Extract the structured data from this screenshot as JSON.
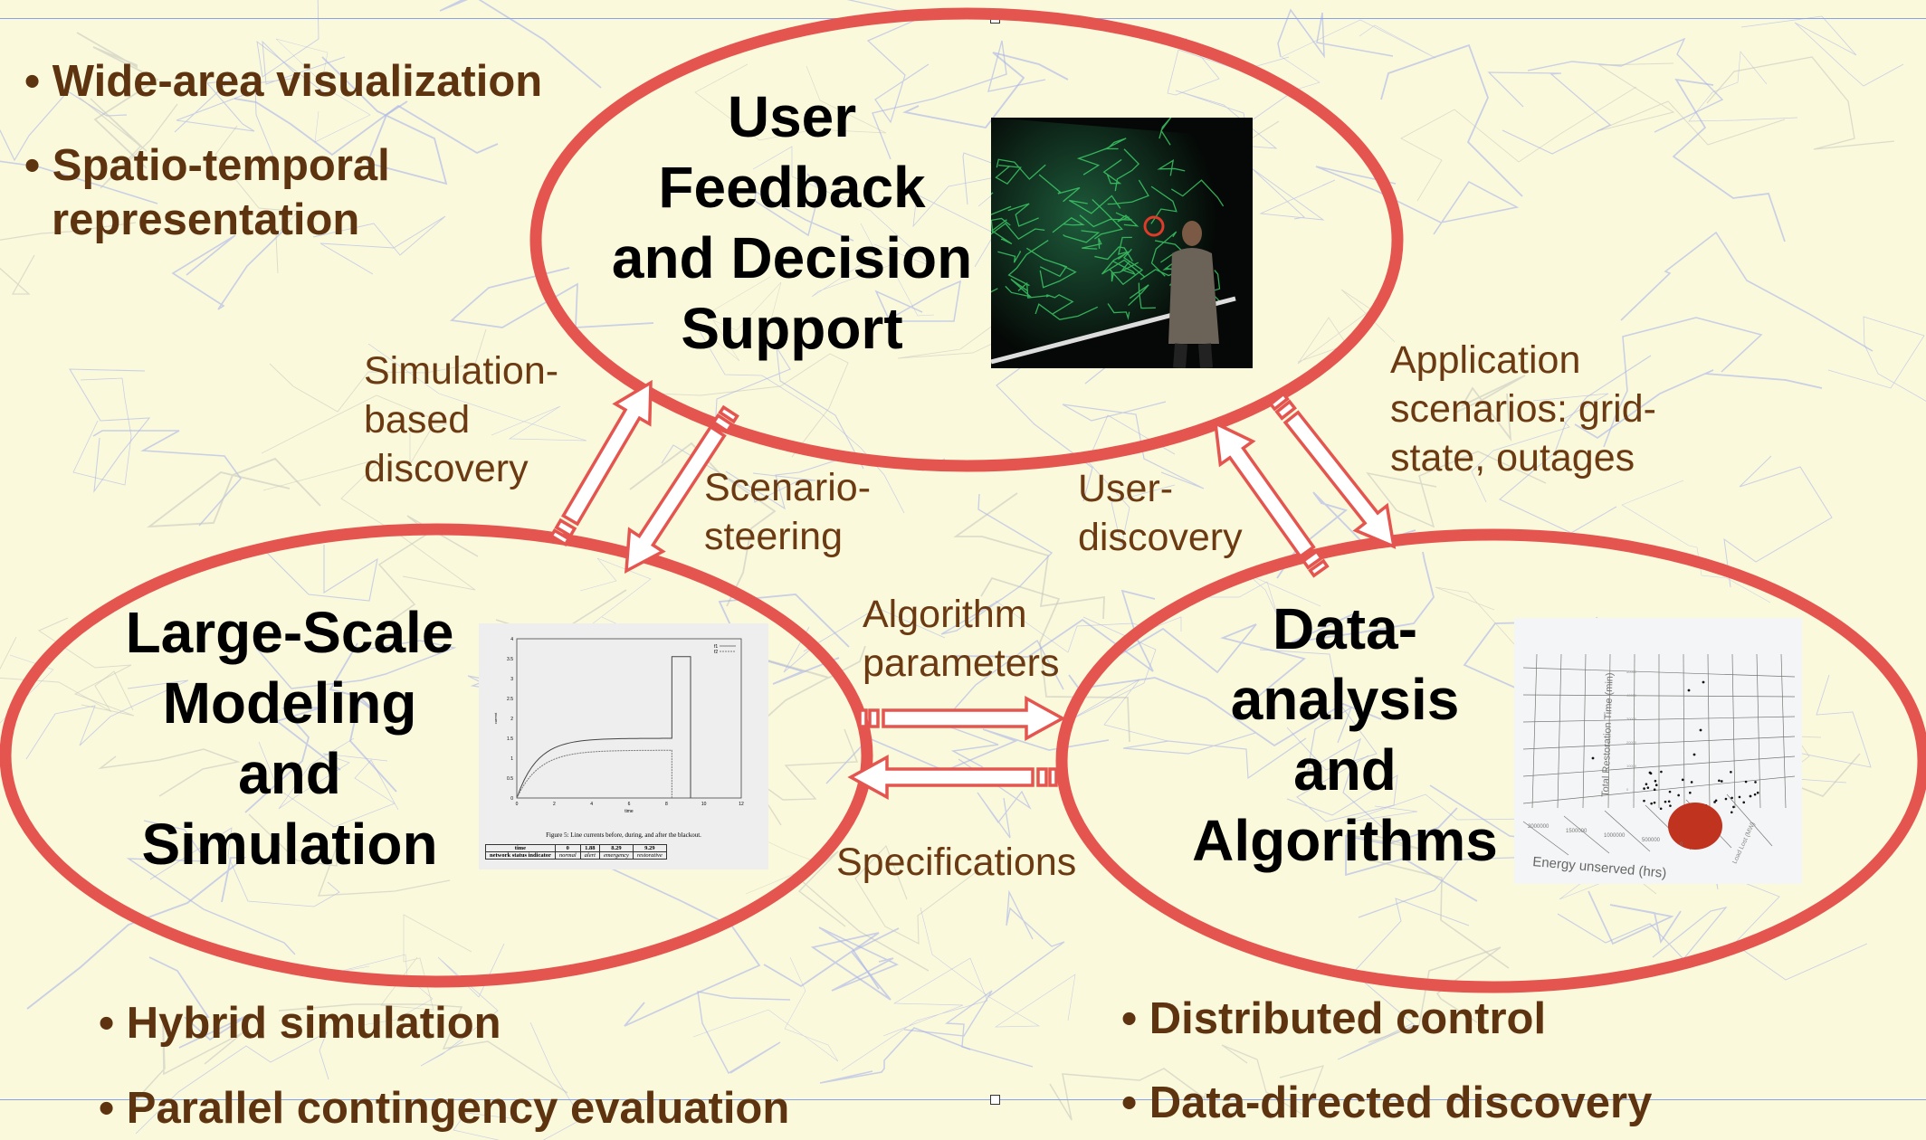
{
  "bullets_top": [
    "Wide-area visualization",
    "Spatio-temporal",
    "representation"
  ],
  "bullets_bottom_left": [
    "Hybrid simulation",
    "Parallel contingency evaluation"
  ],
  "bullets_bottom_right": [
    "Distributed control",
    "Data-directed discovery"
  ],
  "bullet_char": "•",
  "titles": {
    "top": [
      "User",
      "Feedback",
      "and Decision",
      "Support"
    ],
    "left": [
      "Large-Scale",
      "Modeling",
      "and",
      "Simulation"
    ],
    "right": [
      "Data-",
      "analysis",
      "and",
      "Algorithms"
    ]
  },
  "labels": {
    "sim_discovery": [
      "Simulation-",
      "based",
      "discovery"
    ],
    "scenario_steering": [
      "Scenario-",
      "steering"
    ],
    "user_discovery": [
      "User-",
      "discovery"
    ],
    "app_scenarios": [
      "Application",
      "scenarios: grid-",
      "state, outages"
    ],
    "algo_params": [
      "Algorithm",
      "parameters"
    ],
    "specifications": "Specifications"
  },
  "colors": {
    "ellipse": "#e5554f",
    "text_brown": "#5e3310",
    "background": "#fbf9dc"
  },
  "figure_inset": {
    "caption": "Figure 5: Line currents before, during, and after the blackout.",
    "xlabel": "time",
    "ylabel": "current",
    "legend": [
      "f1",
      "f2"
    ],
    "yticks": [
      "0",
      "0.5",
      "1",
      "1.5",
      "2",
      "2.5",
      "3",
      "3.5",
      "4"
    ],
    "xticks": [
      "0",
      "2",
      "4",
      "6",
      "8",
      "10",
      "12"
    ],
    "table": {
      "header": [
        "time",
        "0",
        "1.88",
        "8.29",
        "9.29"
      ],
      "row": [
        "network status indicator",
        "normal",
        "alert",
        "emergency",
        "restorative"
      ]
    }
  },
  "plot3d_inset": {
    "xlabel": "Energy unserved (hrs)",
    "zlabel": "Total Restoration Time (min)",
    "ylabel": "Load Lost (MW)",
    "xticks": [
      "2000000",
      "1500000",
      "1000000",
      "500000",
      "0"
    ],
    "zticks": [
      "50000",
      "40000",
      "30000",
      "20000",
      "10000",
      "0"
    ]
  }
}
